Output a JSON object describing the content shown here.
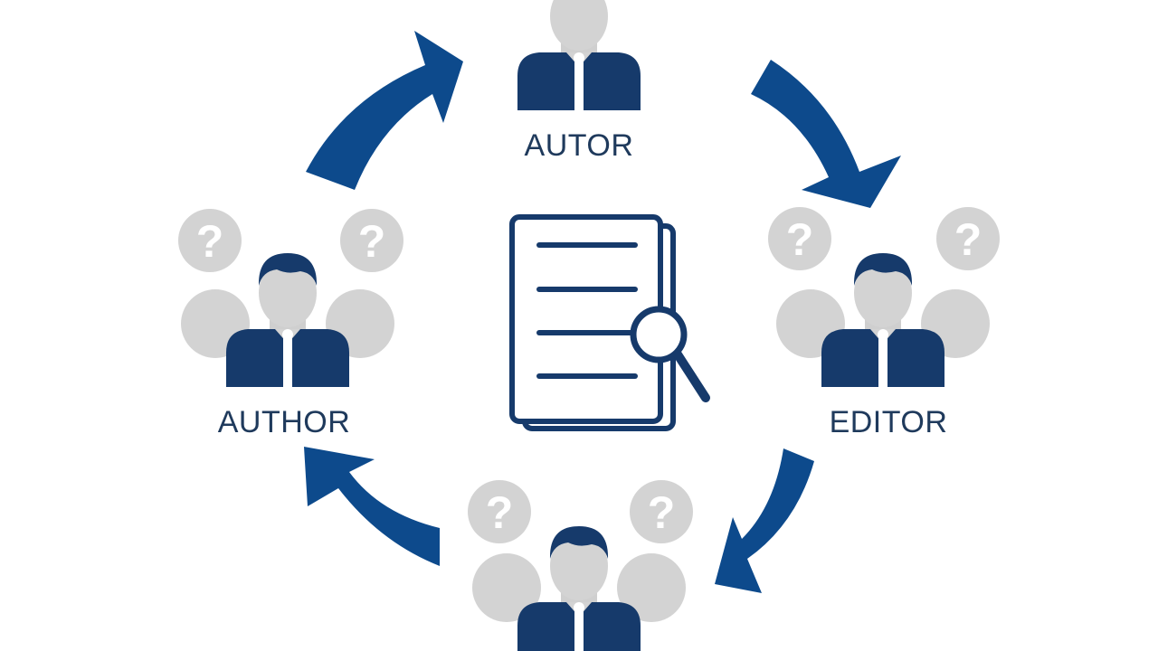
{
  "colors": {
    "primary": "#0d4a8c",
    "navy": "#163a6b",
    "grey": "#d3d3d3",
    "text": "#1f3a5c",
    "white": "#ffffff"
  },
  "labels": {
    "top": "AUTOR",
    "left": "AUTHOR",
    "right": "EDITOR"
  },
  "question_mark": "?",
  "icons": {
    "center": "document-magnifier-icon",
    "person": "person-icon",
    "question": "question-mark-icon",
    "arrow": "curved-arrow-icon"
  }
}
